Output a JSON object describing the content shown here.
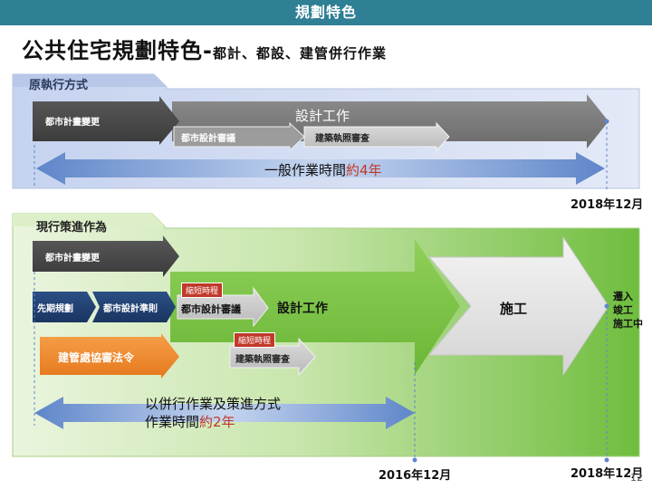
{
  "header": {
    "title": "規劃特色"
  },
  "heading": {
    "main": "公共住宅規劃特色",
    "sep": "-",
    "sub": "都計、都設、建管併行作業"
  },
  "top": {
    "tab": "原執行方式",
    "step1": "都市計畫變更",
    "design_work": "設計工作",
    "step2": "都市設計審議",
    "step3": "建築執照審查",
    "duration_prefix": "一般作業時間",
    "duration_value": "約4年",
    "end_date": "2018年12月"
  },
  "bottom": {
    "tab": "現行策進作為",
    "step1": "都市計畫變更",
    "prelim": "先期規劃",
    "udg": "都市設計準則",
    "shorten1": "縮短時程",
    "ud_review": "都市設計審議",
    "design_work": "設計工作",
    "building_coop": "建管處協審法令",
    "shorten2": "縮短時程",
    "permit_review": "建築執照審查",
    "construction": "施工",
    "milestone": [
      "遷入",
      "竣工",
      "施工中"
    ],
    "duration_line1": "以併行作業及策進方式",
    "duration_line2_prefix": "作業時間",
    "duration_line2_value": "約2年",
    "date_mid": "2016年12月",
    "date_end": "2018年12月"
  },
  "page_number": "12",
  "colors": {
    "header": "#2f7f95",
    "accent_red": "#c0392b",
    "orange": "#f08a2c",
    "navy": "#1f3d66",
    "green": "#7cc24a"
  }
}
